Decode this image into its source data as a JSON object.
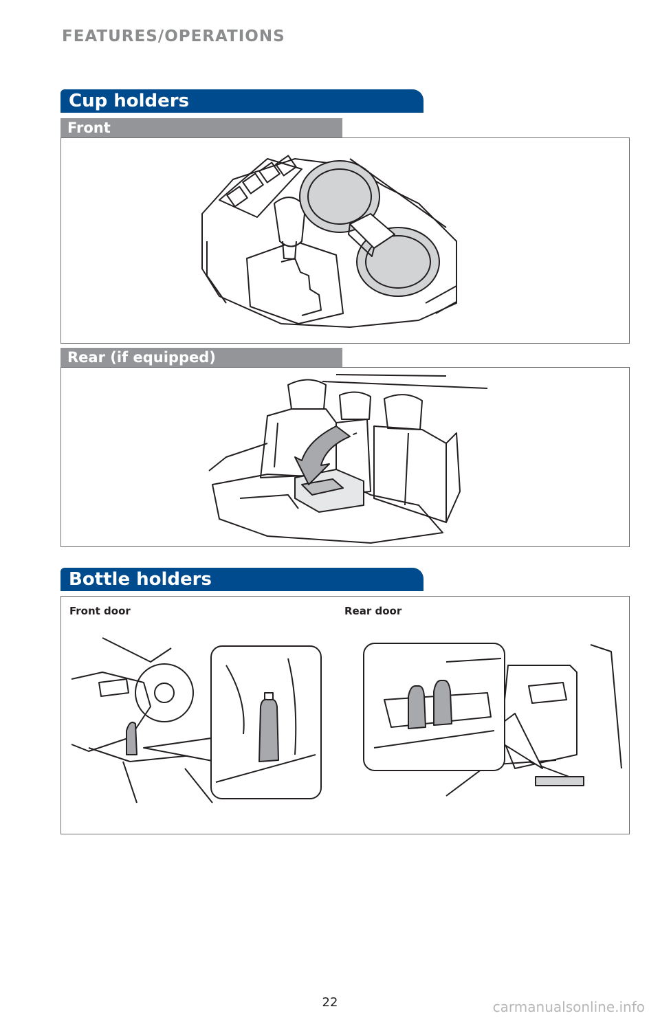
{
  "header": {
    "title": "FEATURES/OPERATIONS"
  },
  "cup_holders": {
    "title": "Cup holders",
    "front_label": "Front",
    "rear_label": "Rear (if equipped)"
  },
  "bottle_holders": {
    "title": "Bottle holders",
    "front_door_label": "Front door",
    "rear_door_label": "Rear door"
  },
  "footer": {
    "page_number": "22",
    "watermark": "carmanualsonline.info"
  }
}
